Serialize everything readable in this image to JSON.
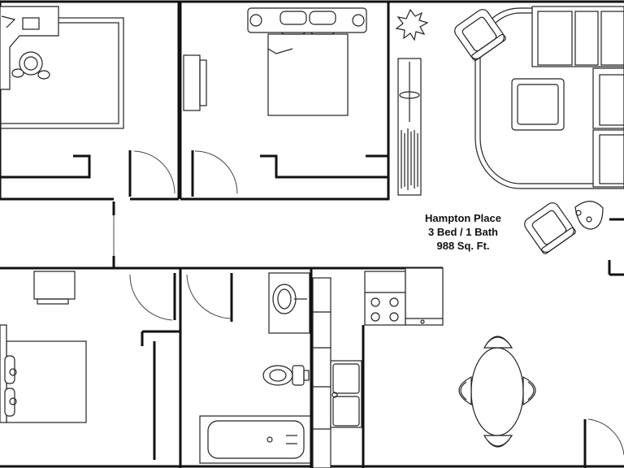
{
  "floorplan": {
    "name": "Hampton Place",
    "layout": "3 Bed / 1 Bath",
    "area": "988 Sq. Ft."
  },
  "colors": {
    "wall": "#111111",
    "background": "#ffffff",
    "text": "#111111"
  },
  "rooms": [
    "bedroom",
    "bedroom",
    "bedroom",
    "bathroom",
    "kitchen",
    "living-room",
    "dining-area",
    "hallway"
  ],
  "icons": [
    "plant-icon",
    "armchair-icon",
    "sofa-icon",
    "bed-icon",
    "toilet-icon",
    "bathtub-icon",
    "sink-icon",
    "stove-icon",
    "dining-table-icon",
    "chair-icon",
    "desk-icon",
    "rug-icon",
    "door-swing-icon"
  ]
}
